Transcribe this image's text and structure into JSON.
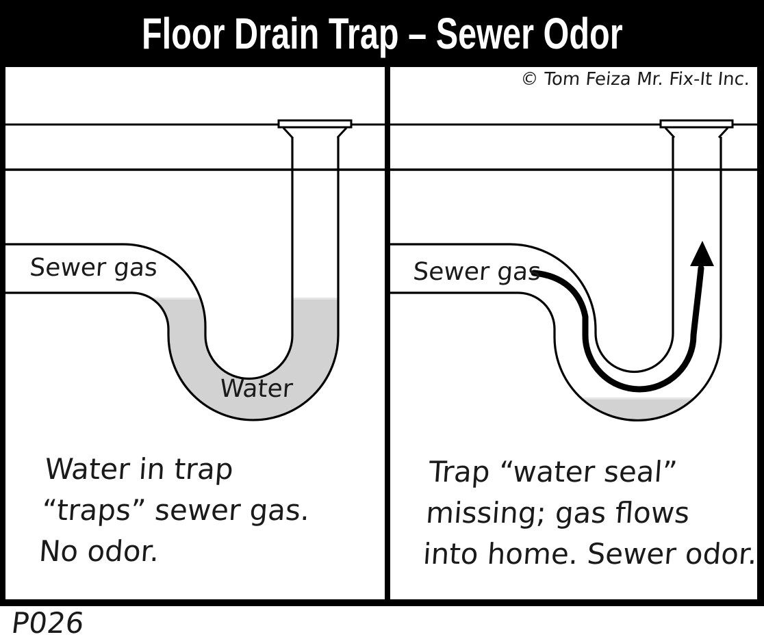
{
  "title": "Floor Drain Trap – Sewer Odor",
  "copyright": "© Tom Feiza Mr. Fix-It Inc.",
  "figure_id": "P026",
  "colors": {
    "line": "#000000",
    "background": "#ffffff",
    "title_bar": "#000000",
    "title_text": "#ffffff",
    "water_fill": "#d2d2d2",
    "water_surface": "#e4e4e4"
  },
  "left_panel": {
    "pipe_label": "Sewer gas",
    "water_label": "Water",
    "caption_lines": [
      "Water in trap",
      "“traps” sewer gas.",
      "No odor."
    ]
  },
  "right_panel": {
    "pipe_label": "Sewer gas",
    "caption_lines": [
      "Trap “water seal”",
      "missing; gas flows",
      "into home. Sewer odor."
    ]
  }
}
